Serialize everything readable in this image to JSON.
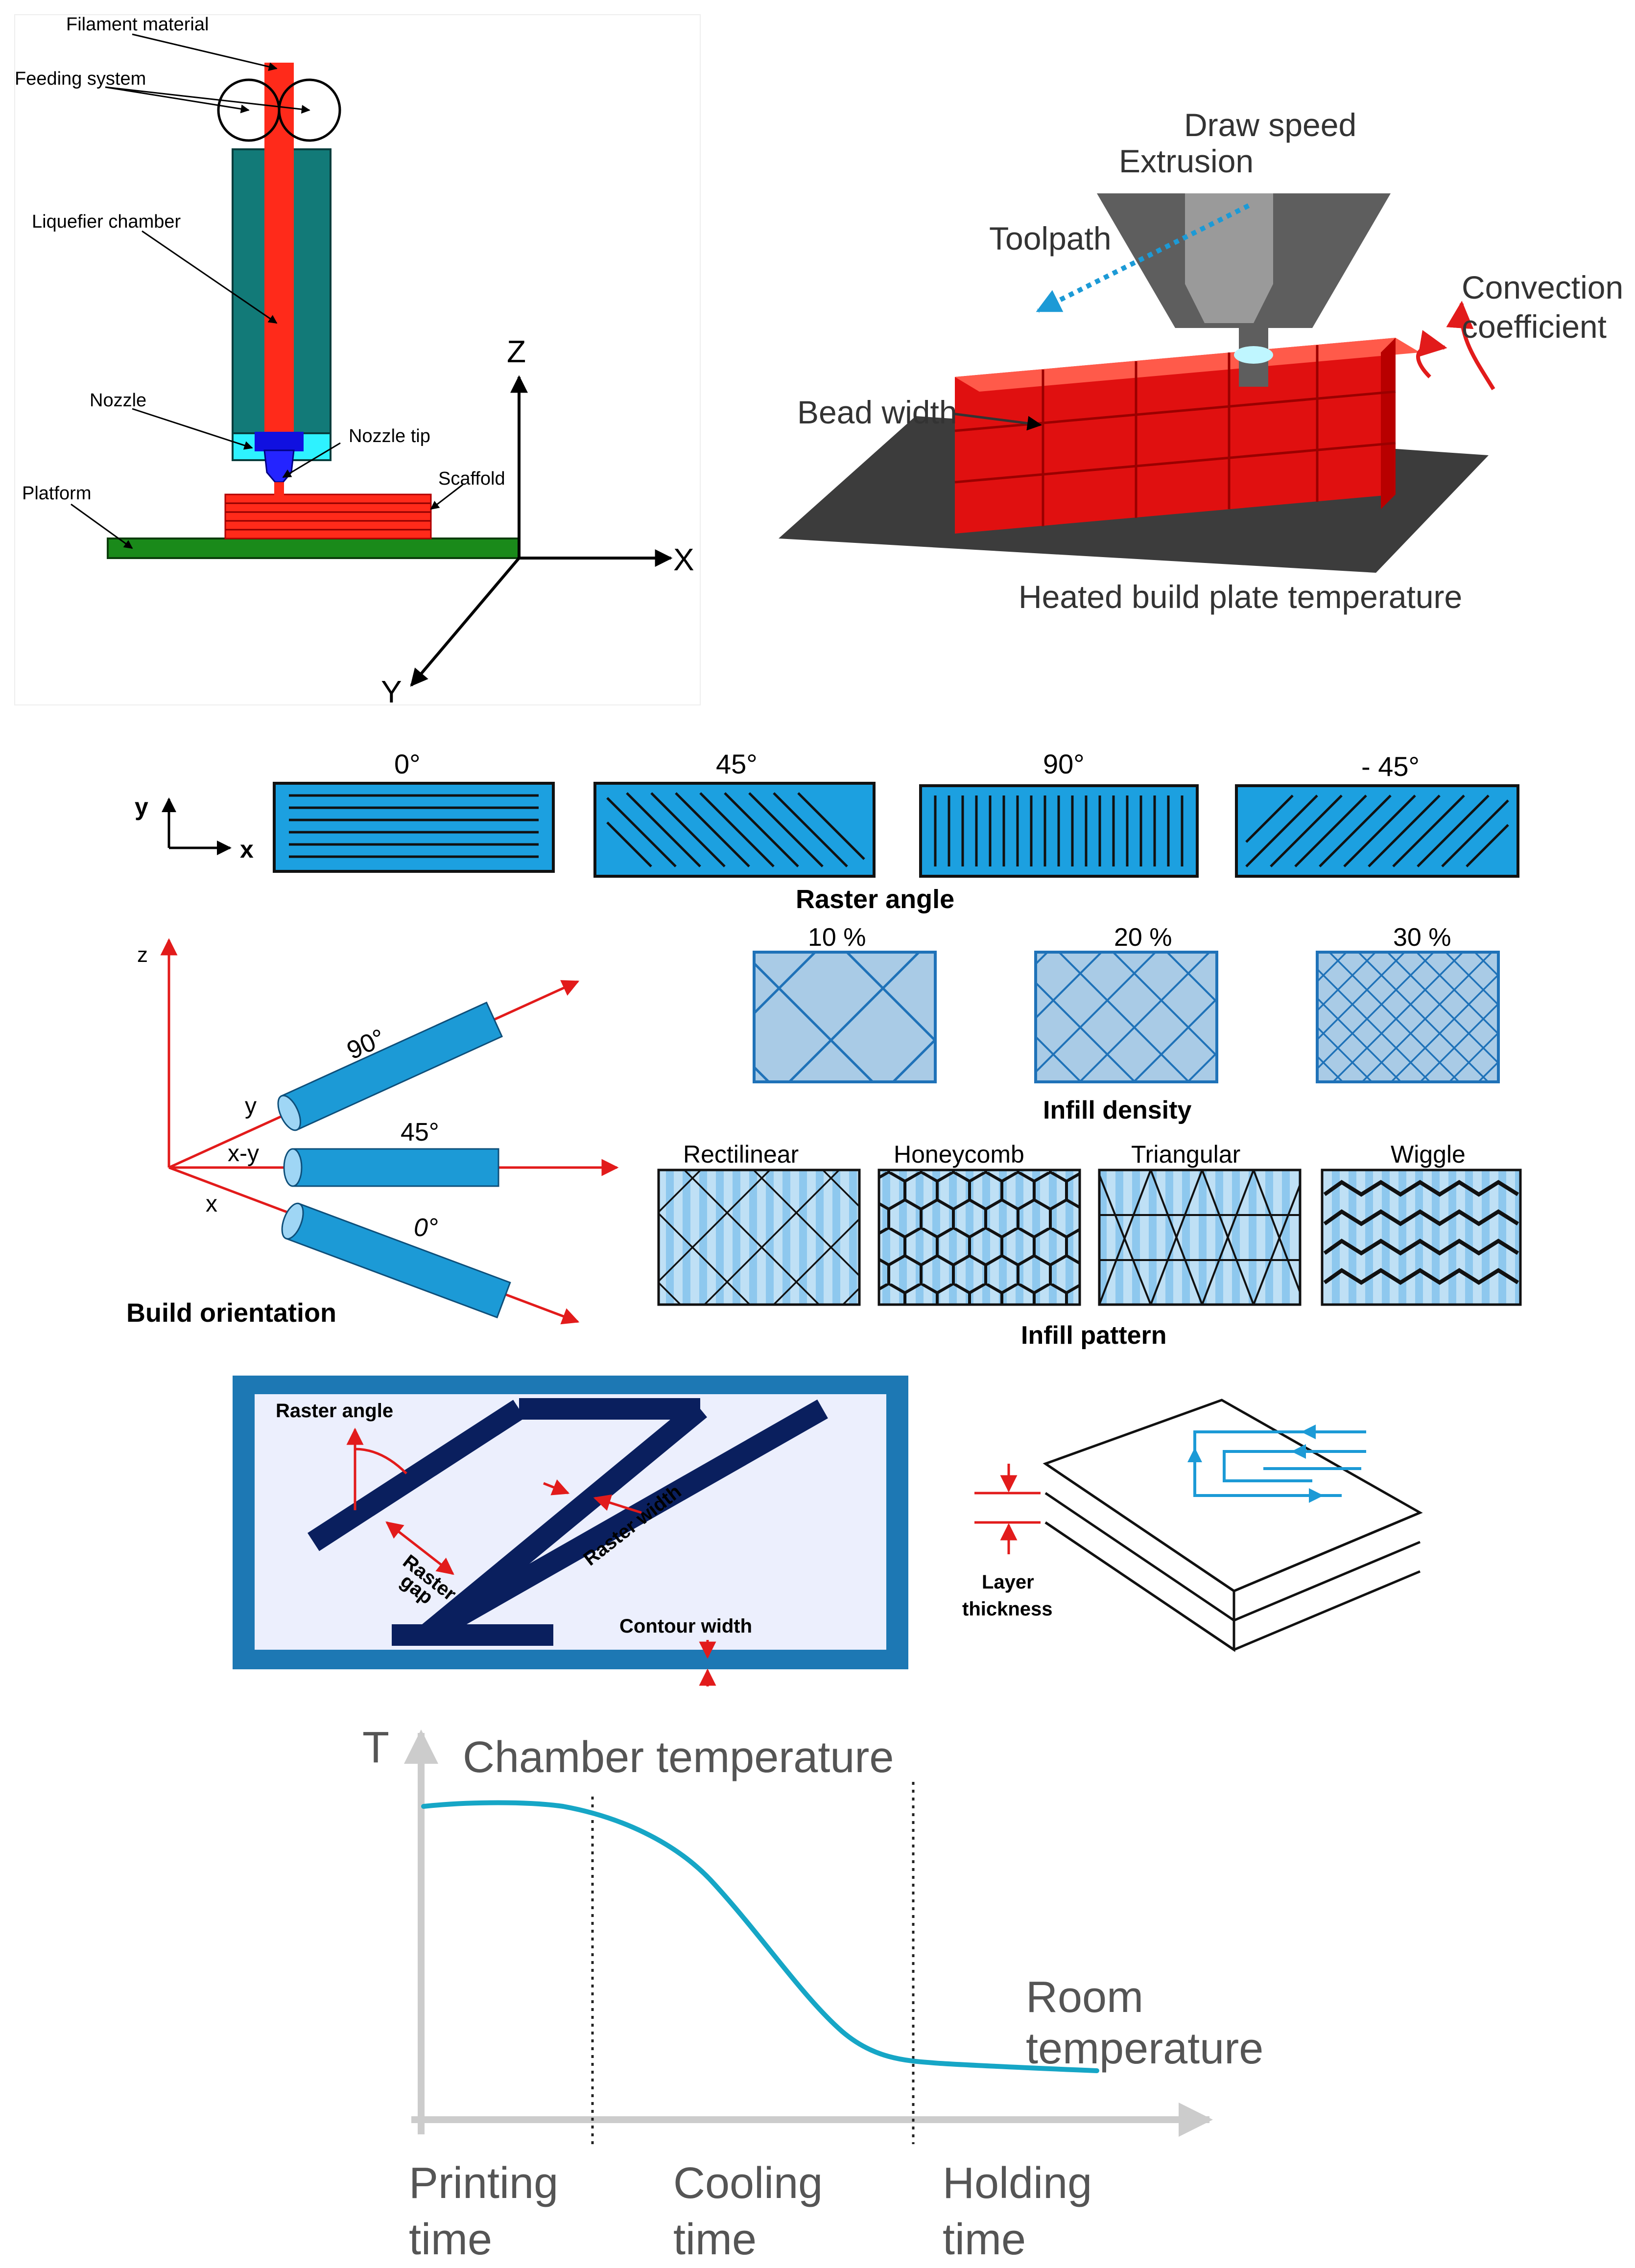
{
  "fdm_schematic": {
    "filament_material": "Filament material",
    "feeding_system": "Feeding system",
    "liquefier_chamber": "Liquefier chamber",
    "nozzle": "Nozzle",
    "nozzle_tip": "Nozzle tip",
    "scaffold": "Scaffold",
    "platform": "Platform",
    "axis_z": "Z",
    "axis_x": "X",
    "axis_y": "Y"
  },
  "process_params": {
    "draw_speed": "Draw speed",
    "extrusion": "Extrusion",
    "toolpath": "Toolpath",
    "convection": "Convection",
    "coefficient": "coefficient",
    "bead_width": "Bead width",
    "build_plate": "Heated build plate temperature"
  },
  "raster_angle": {
    "axis_y": "y",
    "axis_x": "x",
    "angles": [
      "0°",
      "45°",
      "90°",
      "- 45°"
    ],
    "title": "Raster angle"
  },
  "build_orientation": {
    "axis_z": "z",
    "axis_y": "y",
    "axis_xy": "x-y",
    "axis_x": "x",
    "angle_90": "90°",
    "angle_45": "45°",
    "angle_0": "0°",
    "title": "Build orientation"
  },
  "infill_density": {
    "values": [
      "10 %",
      "20 %",
      "30 %"
    ],
    "title": "Infill density"
  },
  "infill_pattern": {
    "patterns": [
      "Rectilinear",
      "Honeycomb",
      "Triangular",
      "Wiggle"
    ],
    "title": "Infill pattern"
  },
  "raster_geometry": {
    "raster_angle": "Raster angle",
    "raster_width": "Raster width",
    "raster_gap_1": "Raster",
    "raster_gap_2": "gap",
    "contour_width": "Contour width"
  },
  "layer": {
    "label_1": "Layer",
    "label_2": "thickness"
  },
  "temperature_plot": {
    "y_axis": "T",
    "chamber": "Chamber temperature",
    "room_1": "Room",
    "room_2": "temperature",
    "phase_1a": "Printing",
    "phase_1b": "time",
    "phase_2a": "Cooling",
    "phase_2b": "time",
    "phase_3a": "Holding",
    "phase_3b": "time"
  },
  "colors": {
    "filament_red": "#ff2a1a",
    "chamber_teal": "#127a78",
    "platform_green": "#1a8a1a",
    "raster_blue": "#1ca0e0",
    "density_blue": "#1f72b8",
    "contour_navy": "#0a1f5e",
    "curve_cyan": "#16a6c6"
  }
}
